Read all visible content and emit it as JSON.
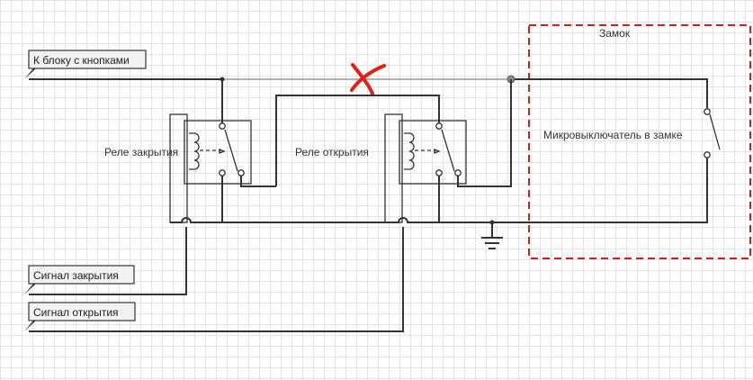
{
  "labels": {
    "button_block": "К блоку с кнопками",
    "close_signal": "Сигнал закрытия",
    "open_signal": "Сигнал открытия",
    "relay_close": "Реле закрытия",
    "relay_open": "Реле открытия",
    "lock_title": "Замок",
    "microswitch": "Микровыключатель в замке"
  },
  "colors": {
    "wire": "#333333",
    "removed_wire": "#9a9a9a",
    "cross_mark": "#e0201a",
    "lock_frame": "#cc2020",
    "tag_fill": "#f2f2f2",
    "grid": "#e3e3e3"
  },
  "icons": {
    "cross": "red-x-mark",
    "ground": "ground-symbol",
    "coil": "relay-coil"
  }
}
